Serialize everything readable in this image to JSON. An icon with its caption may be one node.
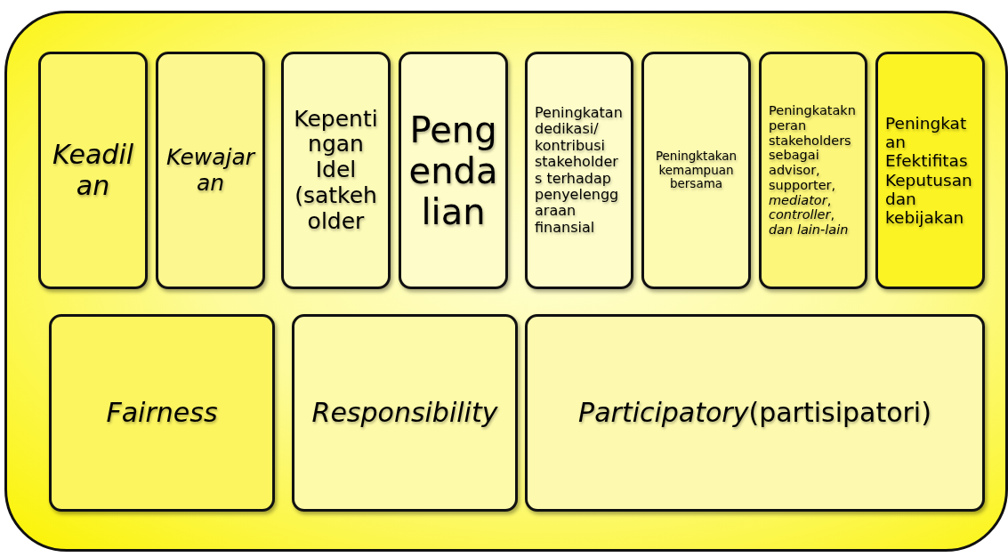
{
  "diagram": {
    "nodes": [
      {
        "text": [],
        "shape": "box"
      },
      {
        "text": [
          "Keadilan"
        ],
        "in": 0
      },
      {
        "text": [
          "Kewajaran"
        ],
        "in": 0
      },
      {
        "text": [
          "Kepentingan Idel (satkeholder"
        ],
        "in": 0
      },
      {
        "text": [
          "Pengendalian"
        ],
        "in": 0
      },
      {
        "text": [
          "Peningkatan dedikasi/ kontribusi stakeholders terhadap penyelenggaraan finansial"
        ],
        "in": 0
      },
      {
        "text": [
          "Peningktakan kemampuan bersama"
        ],
        "in": 0
      },
      {
        "text": [
          "Peningkatakn peran stakeholders sebagai advisor, supporter, *mediator*, *controller*, *dan lain-lain*"
        ],
        "in": 0
      },
      {
        "text": [
          "Peningkatan Efektifitas Keputusan dan kebijakan"
        ],
        "in": 0
      },
      {
        "text": [
          "Fairness"
        ],
        "in": 0
      },
      {
        "text": [
          "Responsibility"
        ],
        "in": 0
      },
      {
        "text": [
          "*Participatory*(partisipatori)"
        ],
        "in": 0
      }
    ]
  }
}
